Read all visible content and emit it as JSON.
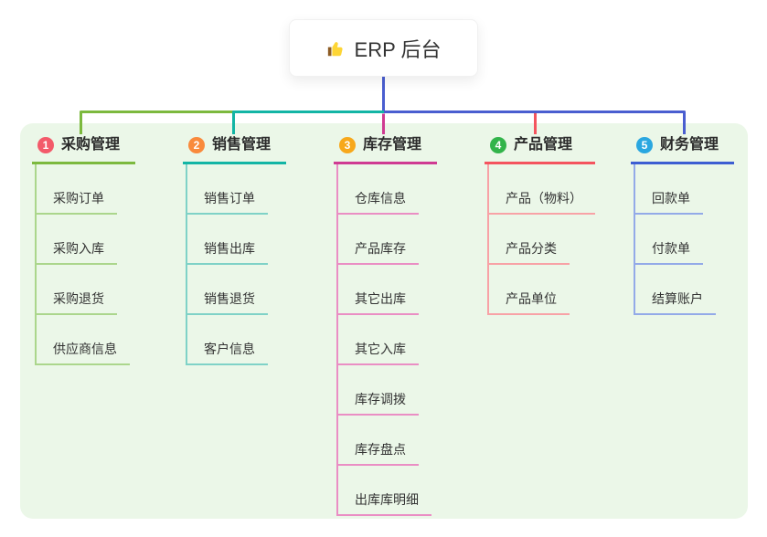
{
  "root": {
    "label": "ERP 后台",
    "icon": "thumbs-up-icon",
    "connector_color": "#4a5ed0"
  },
  "panel": {
    "background": "#ebf7e8"
  },
  "branches": [
    {
      "num": "1",
      "label": "采购管理",
      "color": "#7cb93e",
      "light_color": "#abd68c",
      "badge_color": "#f35a6a",
      "children": [
        "采购订单",
        "采购入库",
        "采购退货",
        "供应商信息"
      ]
    },
    {
      "num": "2",
      "label": "销售管理",
      "color": "#13b5a5",
      "light_color": "#7fd2c7",
      "badge_color": "#f98a3c",
      "children": [
        "销售订单",
        "销售出库",
        "销售退货",
        "客户信息"
      ]
    },
    {
      "num": "3",
      "label": "库存管理",
      "color": "#cf3b92",
      "light_color": "#ea8ec4",
      "badge_color": "#f7a81b",
      "children": [
        "仓库信息",
        "产品库存",
        "其它出库",
        "其它入库",
        "库存调拨",
        "库存盘点",
        "出库库明细"
      ]
    },
    {
      "num": "4",
      "label": "产品管理",
      "color": "#f4545e",
      "light_color": "#f8a2a6",
      "badge_color": "#32b44a",
      "children": [
        "产品（物料）",
        "产品分类",
        "产品单位"
      ]
    },
    {
      "num": "5",
      "label": "财务管理",
      "color": "#3d5ed2",
      "light_color": "#93aae8",
      "badge_color": "#2aa7e0",
      "children": [
        "回款单",
        "付款单",
        "结算账户"
      ]
    }
  ]
}
